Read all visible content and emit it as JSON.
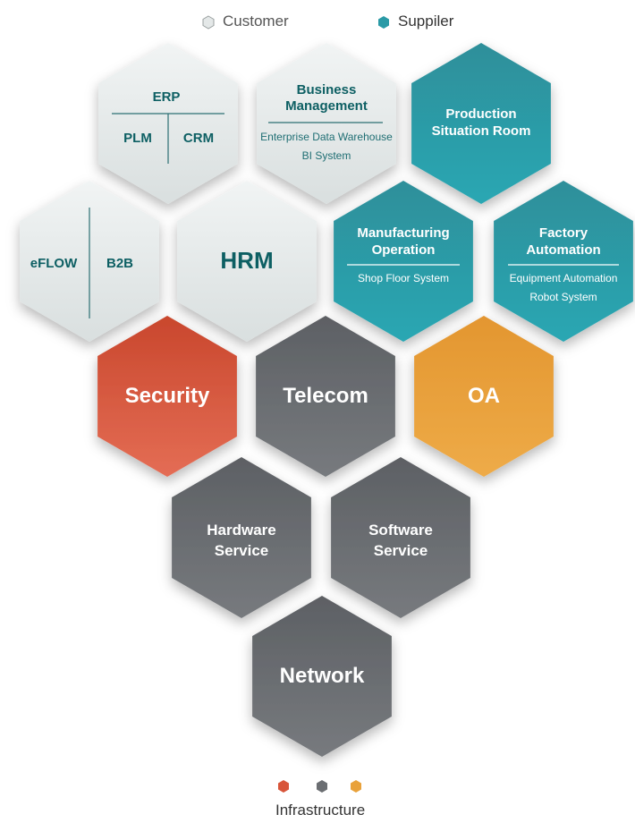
{
  "legend": {
    "customer": "Customer",
    "supplier": "Suppiler",
    "infrastructure": "Infrastructure"
  },
  "colors": {
    "customer": "#e3e8e8",
    "supplier": "#2a9aa6",
    "security": "#d8553a",
    "infra_gray": "#6b6e72",
    "oa": "#e9a23b",
    "teal_text": "#0d5f63"
  },
  "hexes": {
    "erp": {
      "top": "ERP",
      "left": "PLM",
      "right": "CRM"
    },
    "business": {
      "title_line1": "Business",
      "title_line2": "Management",
      "sub1": "Enterprise Data Warehouse",
      "sub2": "BI System"
    },
    "production": {
      "line1": "Production",
      "line2": "Situation Room"
    },
    "eflow": {
      "left": "eFLOW",
      "right": "B2B"
    },
    "hrm": {
      "label": "HRM"
    },
    "manufacturing": {
      "line1": "Manufacturing",
      "line2": "Operation",
      "sub1": "Shop Floor System"
    },
    "factory": {
      "line1": "Factory",
      "line2": "Automation",
      "sub1": "Equipment Automation",
      "sub2": "Robot System"
    },
    "security": {
      "label": "Security"
    },
    "telecom": {
      "label": "Telecom"
    },
    "oa": {
      "label": "OA"
    },
    "hardware": {
      "line1": "Hardware",
      "line2": "Service"
    },
    "software": {
      "line1": "Software",
      "line2": "Service"
    },
    "network": {
      "label": "Network"
    }
  }
}
